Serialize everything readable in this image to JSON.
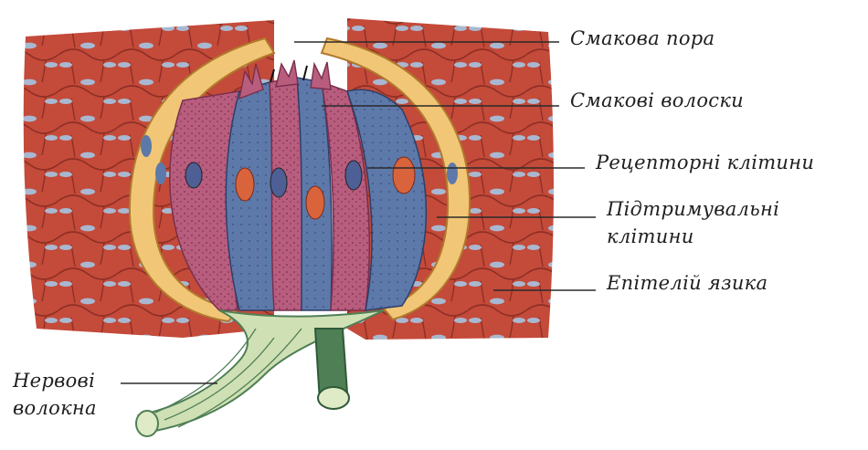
{
  "labels": {
    "taste_pore": "Смакова пора",
    "taste_hairs": "Смакові волоски",
    "receptor_cells": "Рецепторні клітини",
    "supporting_cells_line1": "Підтримувальні",
    "supporting_cells_line2": "клітини",
    "tongue_epithelium": "Епітелій язика",
    "nerve_fibers_line1": "Нервові",
    "nerve_fibers_line2": "волокна"
  },
  "colors": {
    "epithelium": "#c9503f",
    "epithelium_light": "#d9705c",
    "cell_nucleus": "#a7b7cf",
    "supporting_cell": "#f0c070",
    "receptor_pink": "#b35a7a",
    "receptor_blue": "#5a78a8",
    "nerve": "#cfe0b4",
    "nerve_dark": "#4f7f55",
    "leader_line": "#2a2a2a"
  }
}
